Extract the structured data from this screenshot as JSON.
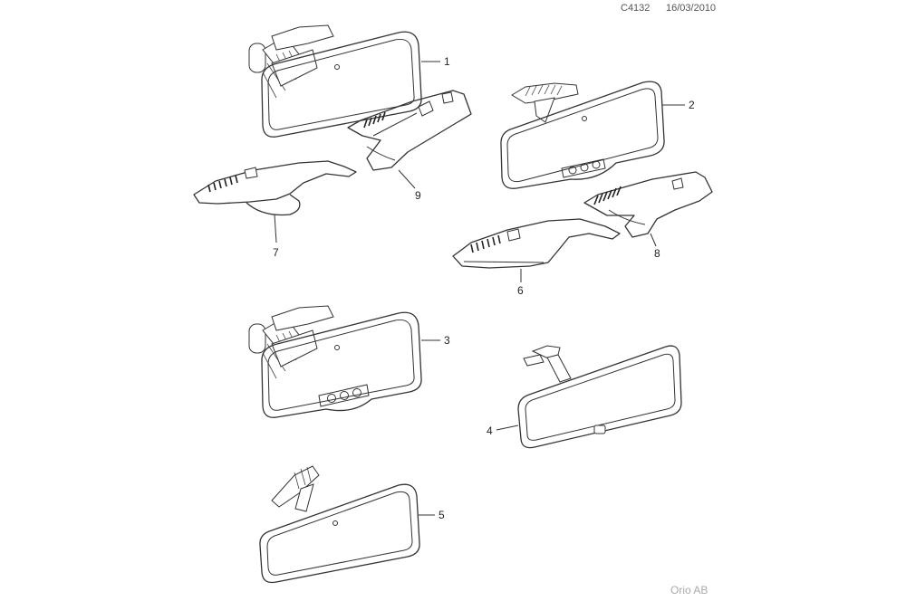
{
  "header": {
    "code": "C4132",
    "date": "16/03/2010"
  },
  "footer": {
    "brand": "Orio AB"
  },
  "callouts": {
    "p1": "1",
    "p2": "2",
    "p3": "3",
    "p4": "4",
    "p5": "5",
    "p6": "6",
    "p7": "7",
    "p8": "8",
    "p9": "9"
  }
}
